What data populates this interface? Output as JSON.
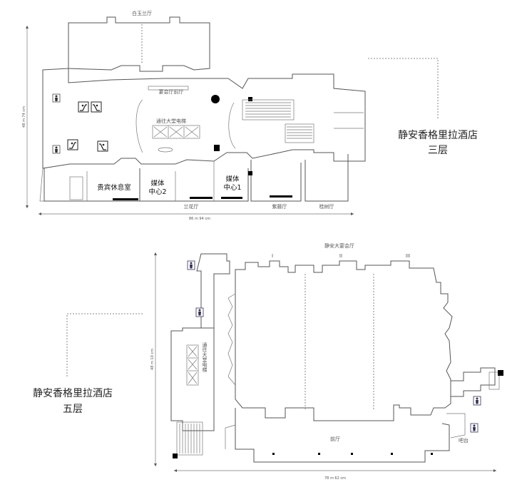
{
  "floor3": {
    "title_line1": "静安香格里拉酒店",
    "title_line2": "三层",
    "rooms": {
      "baiyulan": "白玉兰厅",
      "banquet_foyer": "宴会厅前厅",
      "elevator": "通往大堂电梯",
      "vip_lounge": "贵宾休息室",
      "media2_line1": "媒体",
      "media2_line2": "中心2",
      "media1_line1": "媒体",
      "media1_line2": "中心1",
      "lanhua": "兰花厅",
      "ziteng": "紫藤厅",
      "guishu": "桂树厅"
    },
    "dim_horizontal": "86 m 94 cm",
    "dim_vertical": "48 m 74 cm"
  },
  "floor5": {
    "title_line1": "静安香格里拉酒店",
    "title_line2": "五层",
    "rooms": {
      "ballroom": "静安大宴会厅",
      "section_1": "I",
      "section_2": "II",
      "section_3": "III",
      "elevator": "通往大堂电梯",
      "foyer": "前厅",
      "bar": "吧台"
    },
    "dim_horizontal": "78 m 62 cm",
    "dim_vertical": "48 m 10 cm"
  }
}
